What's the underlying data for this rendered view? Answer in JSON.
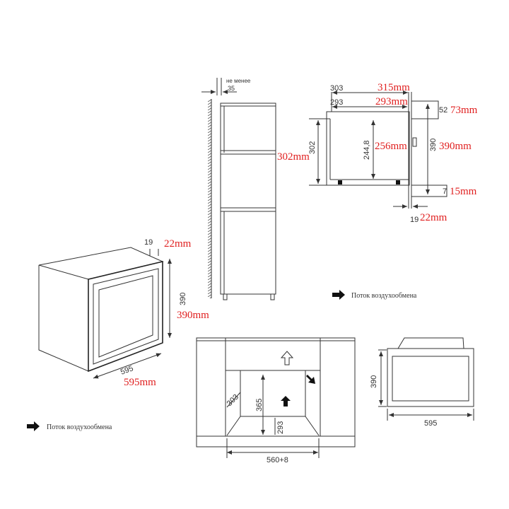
{
  "legend": {
    "airflow_label": "Поток воздухообмена",
    "airflow_label_2": "Поток воздухообмена"
  },
  "colors": {
    "red_dimension": "#e02020",
    "line": "#333333"
  },
  "oven_perspective": {
    "depth_dim": "19",
    "depth_dim_red": "22mm",
    "height_dim": "390",
    "height_dim_red": "390mm",
    "width_dim": "595",
    "width_dim_red": "595mm"
  },
  "tall_cabinet": {
    "min_label": "не менее",
    "min_value": "35",
    "height_red": "302mm"
  },
  "side_section": {
    "depth_outer": "303",
    "depth_outer_red": "315mm",
    "depth_inner": "293",
    "depth_inner_red": "293mm",
    "top_gap": "52",
    "top_gap_red": "73mm",
    "niche_height": "302",
    "inner_height": "244,8",
    "inner_height_red": "256mm",
    "total_height": "390",
    "total_height_red": "390mm",
    "bottom_gap": "7",
    "bottom_gap_red": "15mm",
    "panel_thickness": "19",
    "panel_thickness_red": "22mm"
  },
  "niche_view": {
    "diag": "303",
    "height": "365",
    "depth": "293",
    "width": "560+8"
  },
  "front_view": {
    "height": "390",
    "width": "595"
  }
}
